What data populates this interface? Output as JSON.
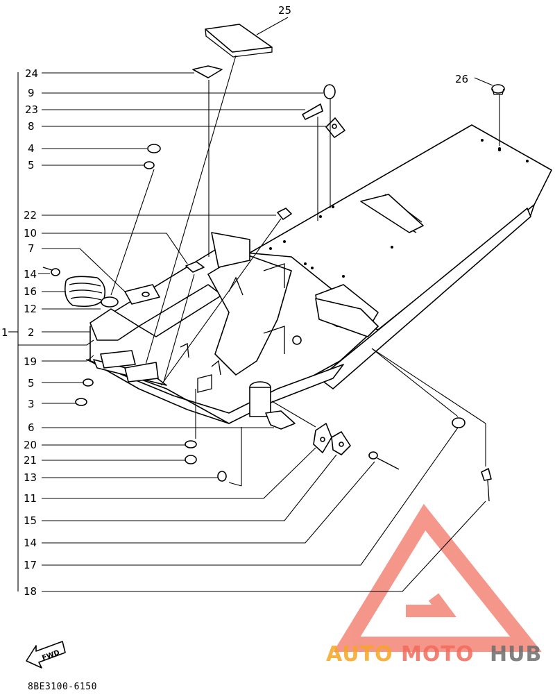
{
  "diagram": {
    "part_code": "8BE3100-6150",
    "fwd_label": "FWD",
    "watermark": {
      "auto": "AUTO",
      "moto": "MOTO",
      "hub": "HUB",
      "color_red": "#f26b5b",
      "color_orange": "#f5a623",
      "color_gray": "#6d6d6d"
    },
    "left_callouts": [
      {
        "label": "24",
        "target": "flap-24"
      },
      {
        "label": "9",
        "target": "cap-9"
      },
      {
        "label": "23",
        "target": "bracket-23"
      },
      {
        "label": "8",
        "target": "mount-8"
      },
      {
        "label": "4",
        "target": "nut-4"
      },
      {
        "label": "5",
        "target": "bush-5"
      },
      {
        "label": "22",
        "target": "pad-22"
      },
      {
        "label": "10",
        "target": "pad-10"
      },
      {
        "label": "7",
        "target": "plate-7"
      },
      {
        "label": "14",
        "target": "bolt-14"
      },
      {
        "label": "16",
        "target": "boot-16"
      },
      {
        "label": "12",
        "target": "boot-12"
      },
      {
        "label": "2",
        "target": "frame-2"
      },
      {
        "label": "19",
        "target": "guard-19"
      },
      {
        "label": "5",
        "target": "bush-5b"
      },
      {
        "label": "3",
        "target": "bush-3"
      },
      {
        "label": "6",
        "target": "plate-6"
      },
      {
        "label": "20",
        "target": "washer-20"
      },
      {
        "label": "21",
        "target": "nut-21"
      },
      {
        "label": "13",
        "target": "ring-13"
      },
      {
        "label": "11",
        "target": "mount-11"
      },
      {
        "label": "15",
        "target": "mount-15"
      },
      {
        "label": "14",
        "target": "bolt-14b"
      },
      {
        "label": "17",
        "target": "cap-17"
      },
      {
        "label": "18",
        "target": "rivet-18"
      }
    ],
    "group_label": "1",
    "top_callouts": [
      {
        "label": "25",
        "target": "pad-25"
      },
      {
        "label": "26",
        "target": "plug-26"
      }
    ]
  }
}
